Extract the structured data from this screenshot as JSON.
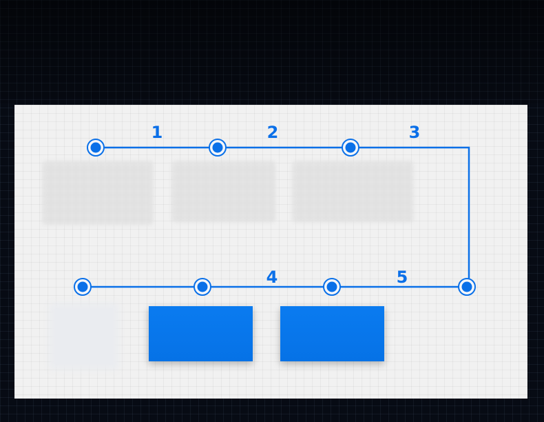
{
  "colors": {
    "accent": "#0a70e8",
    "panel": "#f1f1f1",
    "background": "#070b14",
    "block": "#0a7bf0"
  },
  "steps": [
    {
      "label": "1"
    },
    {
      "label": "2"
    },
    {
      "label": "3"
    },
    {
      "label": "4"
    },
    {
      "label": "5"
    }
  ]
}
